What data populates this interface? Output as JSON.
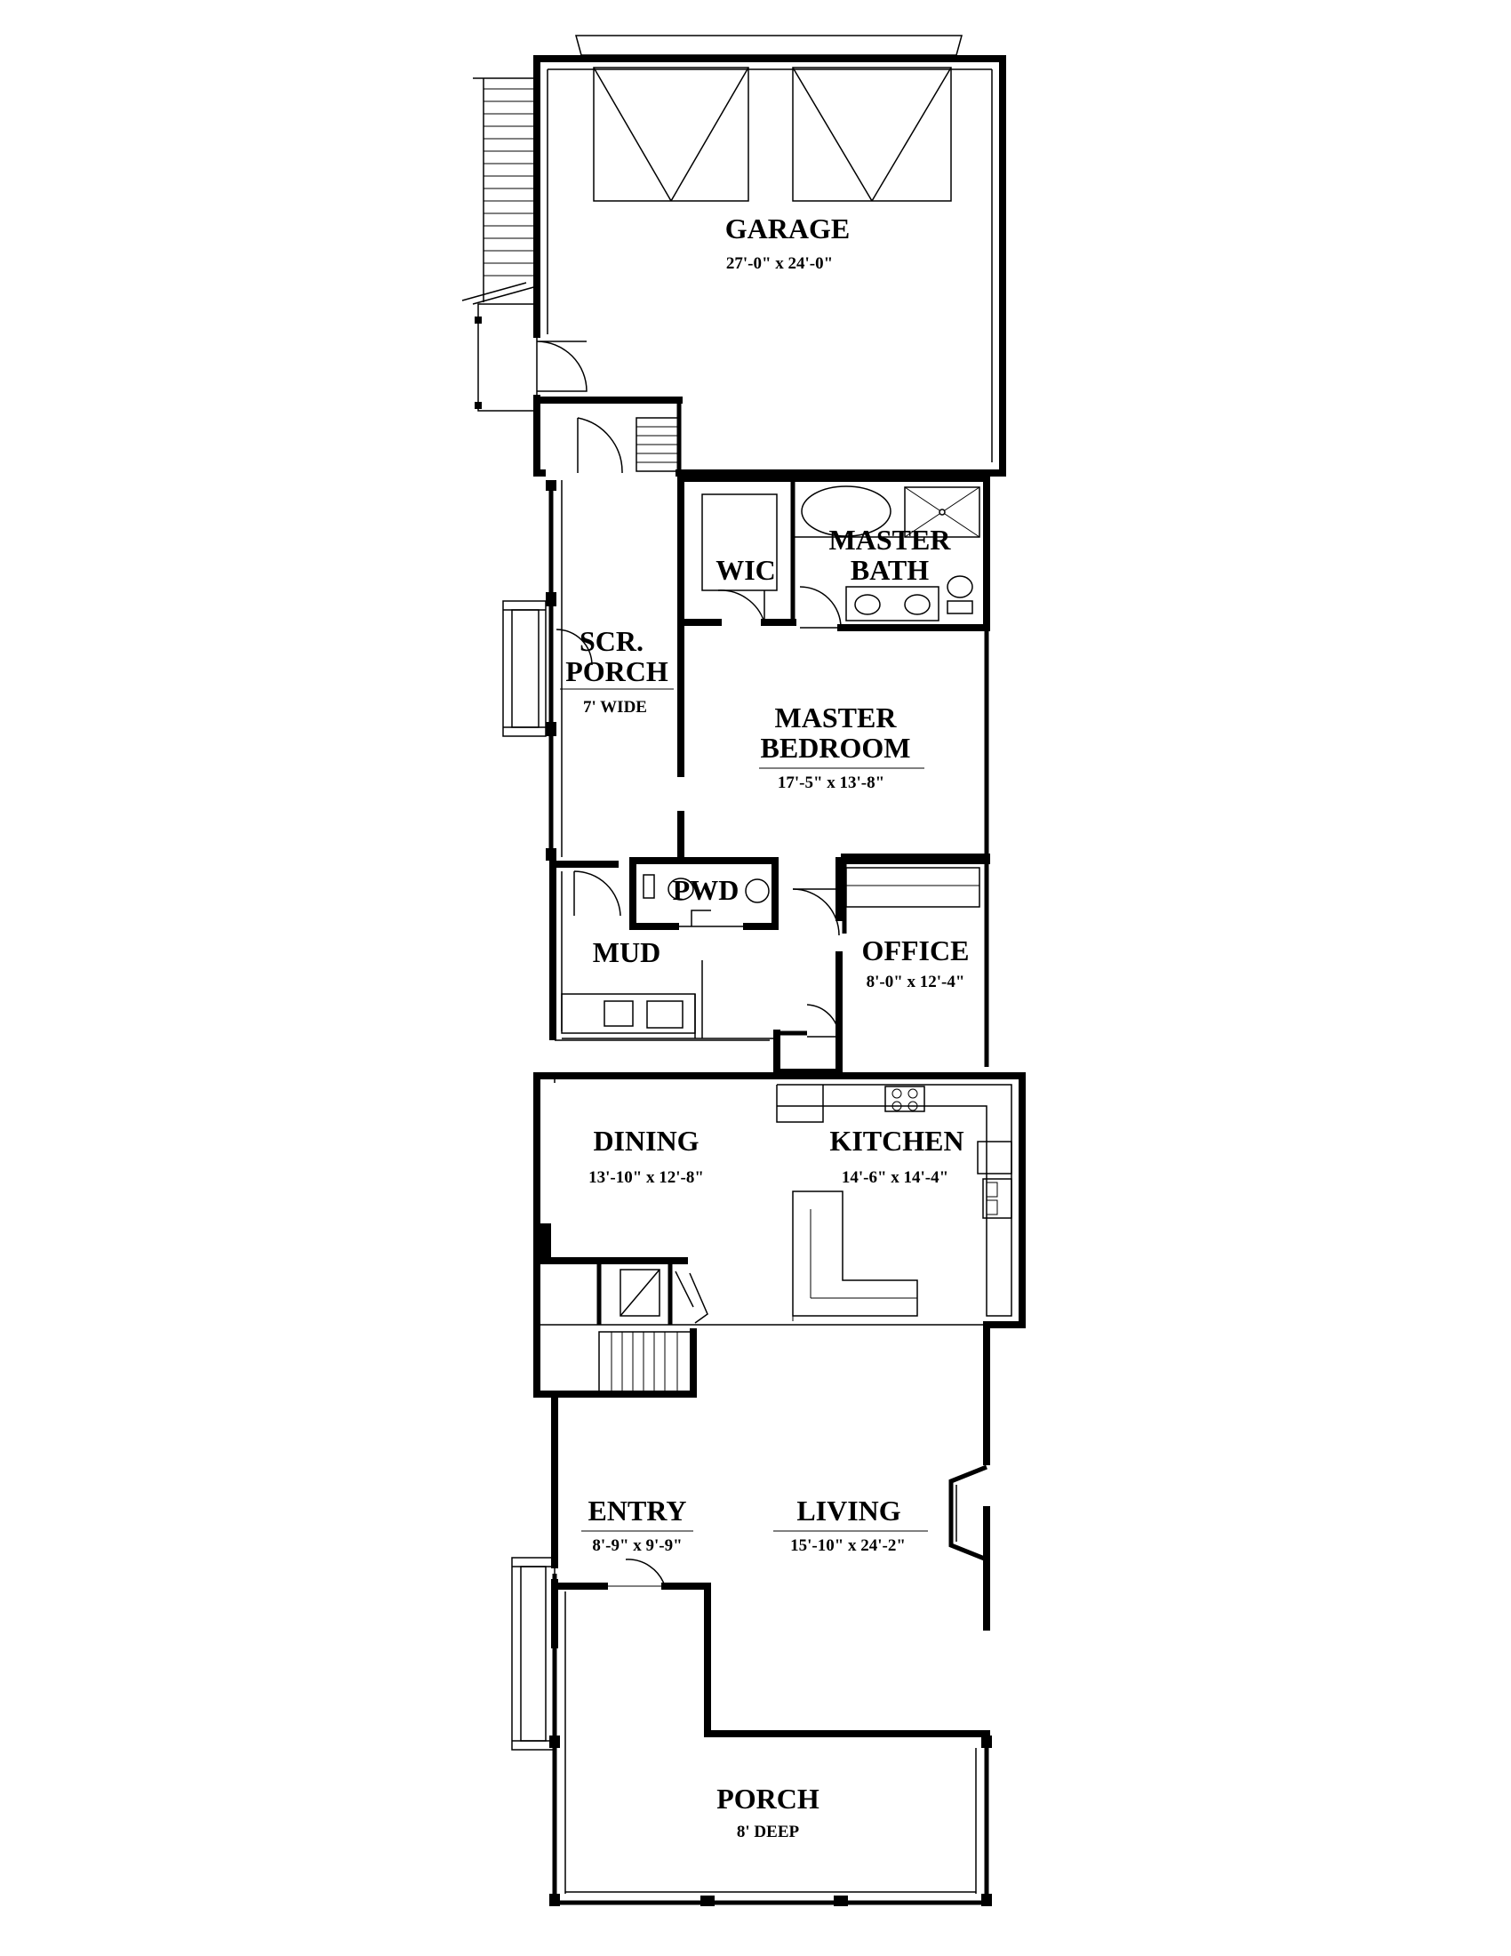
{
  "rooms": {
    "garage": {
      "name": "GARAGE",
      "dim": "27'-0\" x 24'-0\""
    },
    "wic": {
      "name": "WIC"
    },
    "master_bath": {
      "name_1": "MASTER",
      "name_2": "BATH"
    },
    "scr_porch": {
      "name_1": "SCR.",
      "name_2": "PORCH",
      "dim": "7' WIDE"
    },
    "master_bedroom": {
      "name_1": "MASTER",
      "name_2": "BEDROOM",
      "dim": "17'-5\" x 13'-8\""
    },
    "pwd": {
      "name": "PWD"
    },
    "mud": {
      "name": "MUD"
    },
    "office": {
      "name": "OFFICE",
      "dim": "8'-0\" x 12'-4\""
    },
    "dining": {
      "name": "DINING",
      "dim": "13'-10\" x 12'-8\""
    },
    "kitchen": {
      "name": "KITCHEN",
      "dim": "14'-6\" x 14'-4\""
    },
    "entry": {
      "name": "ENTRY",
      "dim": "8'-9\" x 9'-9\""
    },
    "living": {
      "name": "LIVING",
      "dim": "15'-10\" x 24'-2\""
    },
    "porch": {
      "name": "PORCH",
      "dim": "8' DEEP"
    }
  }
}
